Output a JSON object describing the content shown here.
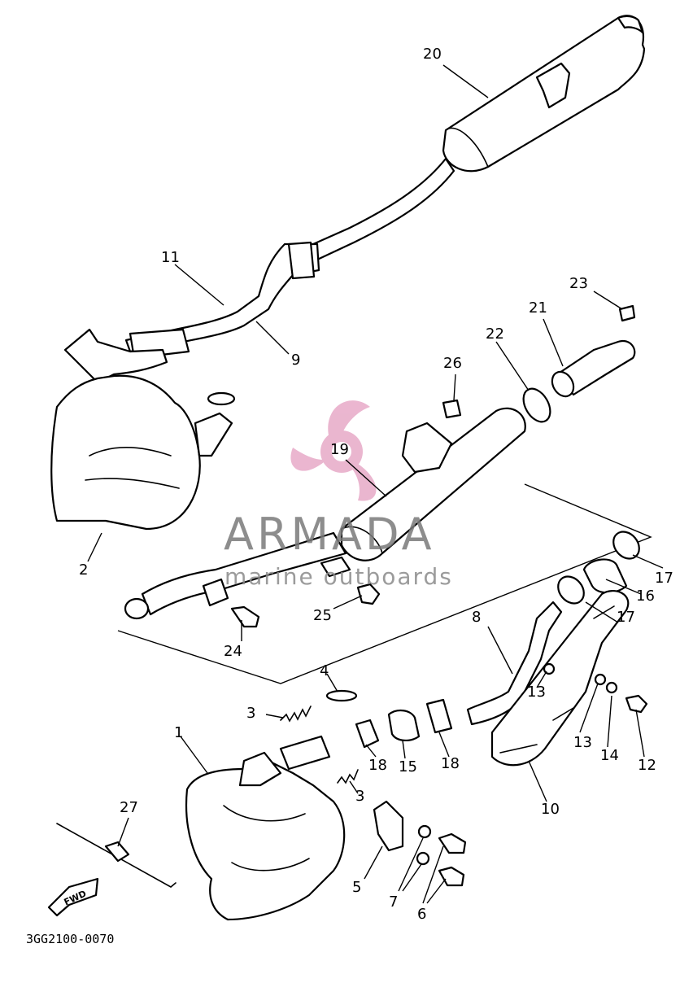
{
  "diagram_code": "3GG2100-0070",
  "fwd_label": "FWD",
  "watermark": {
    "brand": "ARMADA",
    "tagline": "marine outboards",
    "color": "#e6a4c4"
  },
  "callouts": [
    {
      "id": "c1",
      "text": "1"
    },
    {
      "id": "c2",
      "text": "2"
    },
    {
      "id": "c3a",
      "text": "3"
    },
    {
      "id": "c3b",
      "text": "3"
    },
    {
      "id": "c4",
      "text": "4"
    },
    {
      "id": "c5",
      "text": "5"
    },
    {
      "id": "c6",
      "text": "6"
    },
    {
      "id": "c7",
      "text": "7"
    },
    {
      "id": "c8",
      "text": "8"
    },
    {
      "id": "c9",
      "text": "9"
    },
    {
      "id": "c10",
      "text": "10"
    },
    {
      "id": "c11",
      "text": "11"
    },
    {
      "id": "c12",
      "text": "12"
    },
    {
      "id": "c13a",
      "text": "13"
    },
    {
      "id": "c13b",
      "text": "13"
    },
    {
      "id": "c14",
      "text": "14"
    },
    {
      "id": "c15",
      "text": "15"
    },
    {
      "id": "c16",
      "text": "16"
    },
    {
      "id": "c17a",
      "text": "17"
    },
    {
      "id": "c17b",
      "text": "17"
    },
    {
      "id": "c18a",
      "text": "18"
    },
    {
      "id": "c18b",
      "text": "18"
    },
    {
      "id": "c19",
      "text": "19"
    },
    {
      "id": "c20",
      "text": "20"
    },
    {
      "id": "c21",
      "text": "21"
    },
    {
      "id": "c22",
      "text": "22"
    },
    {
      "id": "c23",
      "text": "23"
    },
    {
      "id": "c24",
      "text": "24"
    },
    {
      "id": "c25",
      "text": "25"
    },
    {
      "id": "c26",
      "text": "26"
    },
    {
      "id": "c27",
      "text": "27"
    }
  ]
}
